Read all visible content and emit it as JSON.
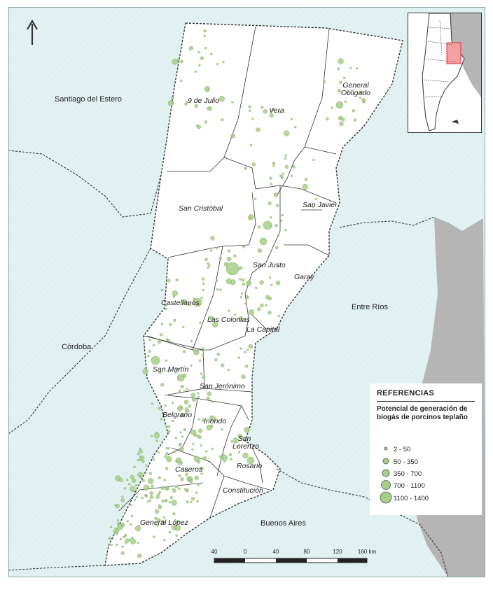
{
  "regions": {
    "santiago": "Santiago del Estero",
    "cordoba": "Córdoba",
    "entre_rios": "Entre Ríos",
    "buenos_aires": "Buenos Aires"
  },
  "departments": {
    "nueve_de_julio": "9 de Julio",
    "vera": "Vera",
    "general_obligado": "General Obligado",
    "san_cristobal": "San Cristóbal",
    "san_javier": "San Javier",
    "san_justo": "San Justo",
    "garay": "Garay",
    "castellanos": "Castellanos",
    "las_colonias": "Las Colonias",
    "la_capital": "La Capital",
    "san_martin": "San Martín",
    "san_jeronimo": "San Jerónimo",
    "belgrano": "Belgrano",
    "iriondo": "Iriondo",
    "san_lorenzo": "San Lorenzo",
    "caseros": "Caseros",
    "rosario": "Rosario",
    "constitucion": "Constitución",
    "general_lopez": "General López"
  },
  "legend": {
    "title": "REFERENCIAS",
    "subtitle": "Potencial de generación de biogás de porcinos tep/año",
    "classes": [
      "2 - 50",
      "50 - 350",
      "350 - 700",
      "700 - 1100",
      "1100 - 1400"
    ]
  },
  "scale": {
    "ticks": [
      "40",
      "0",
      "40",
      "80",
      "120",
      "160 km"
    ]
  },
  "colors": {
    "water": "#dff0f1",
    "land": "#ffffff",
    "dots": "#a8cf8a",
    "dots_stroke": "#7fae62",
    "border": "#333333",
    "uruguay": "#b8b8b8",
    "highlight": "#f4a0a0"
  },
  "icons": {
    "north_arrow": "north-arrow-icon"
  }
}
